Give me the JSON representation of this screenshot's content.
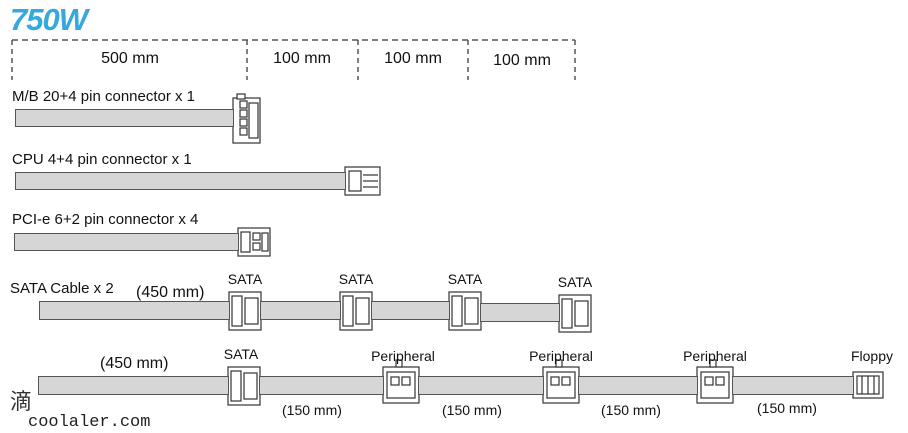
{
  "title": "750W",
  "ruler": {
    "segments": [
      "500 mm",
      "100 mm",
      "100 mm",
      "100 mm"
    ]
  },
  "rows": [
    {
      "label": "M/B 20+4 pin connector x 1"
    },
    {
      "label": "CPU 4+4 pin connector x 1"
    },
    {
      "label": "PCI-e 6+2 pin connector x 4"
    },
    {
      "label": "SATA Cable x 2",
      "length": "(450 mm)",
      "connectors": [
        "SATA",
        "SATA",
        "SATA",
        "SATA"
      ]
    },
    {
      "length": "(450 mm)",
      "connectors": [
        "SATA",
        "Peripheral",
        "Peripheral",
        "Peripheral",
        "Floppy"
      ],
      "gaps": [
        "(150 mm)",
        "(150 mm)",
        "(150 mm)",
        "(150 mm)"
      ]
    }
  ],
  "watermark": "coolaler.com",
  "watermark_glyph": "滴",
  "colors": {
    "title": "#35a8dc",
    "cable": "#d6d6d6",
    "outline": "#555555"
  }
}
